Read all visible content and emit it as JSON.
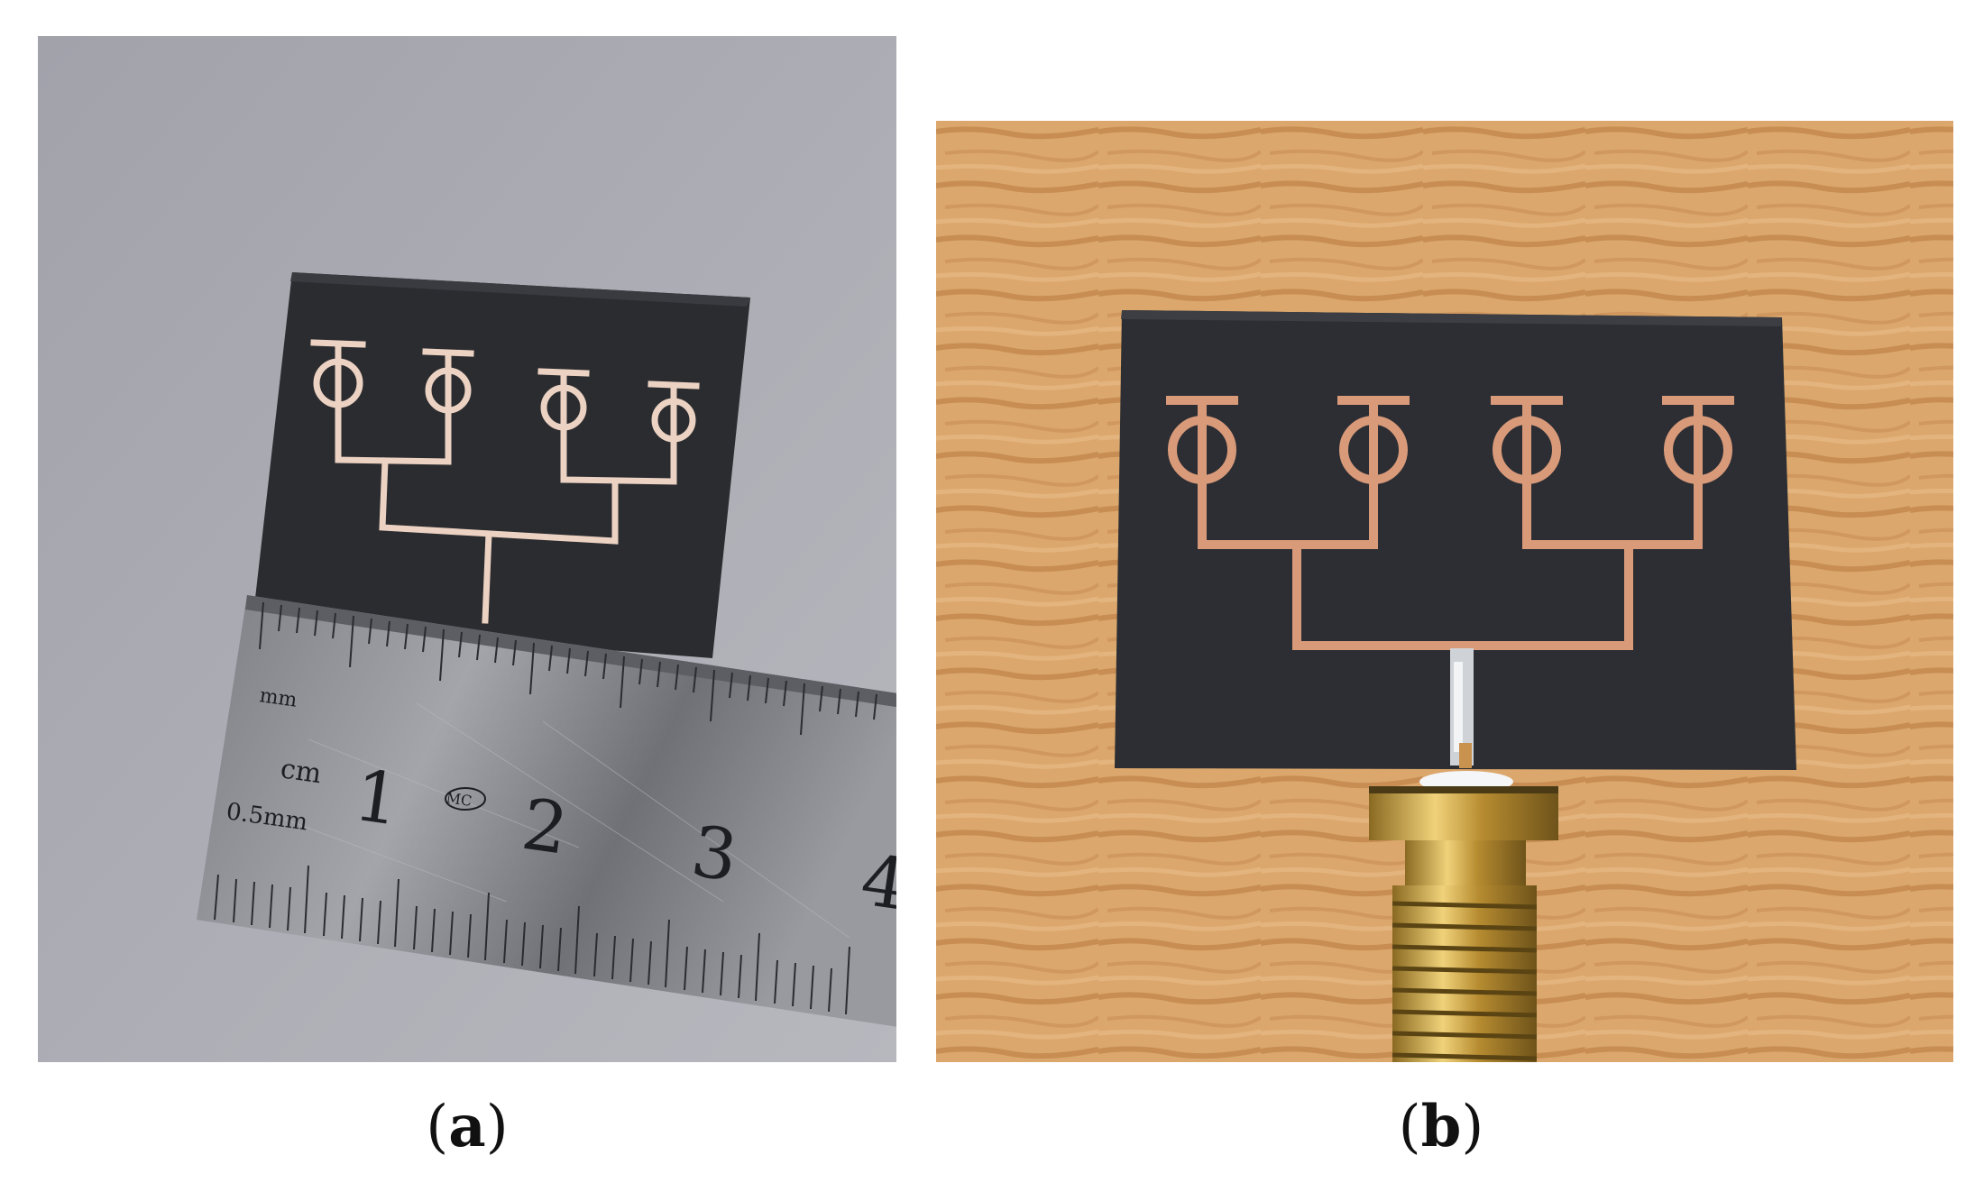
{
  "panels": [
    {
      "id": "a",
      "caption_open": "(",
      "caption_letter": "a",
      "caption_close": ")",
      "ruler_text": {
        "unit_mm": "mm",
        "unit_cm": "cm",
        "half_mm": "0.5mm",
        "logo": "MC",
        "numbers": [
          "1",
          "2",
          "3",
          "4"
        ]
      }
    },
    {
      "id": "b",
      "caption_open": "(",
      "caption_letter": "b",
      "caption_close": ")"
    }
  ],
  "colors": {
    "background_a": "#a9a9b0",
    "substrate": "#2a2b2e",
    "copper_a": "#e8c9b8",
    "copper_b": "#d69a7c",
    "wood": "#d9a36a",
    "ruler_steel": "#8e9096",
    "connector_gold": "#c9a24a"
  }
}
